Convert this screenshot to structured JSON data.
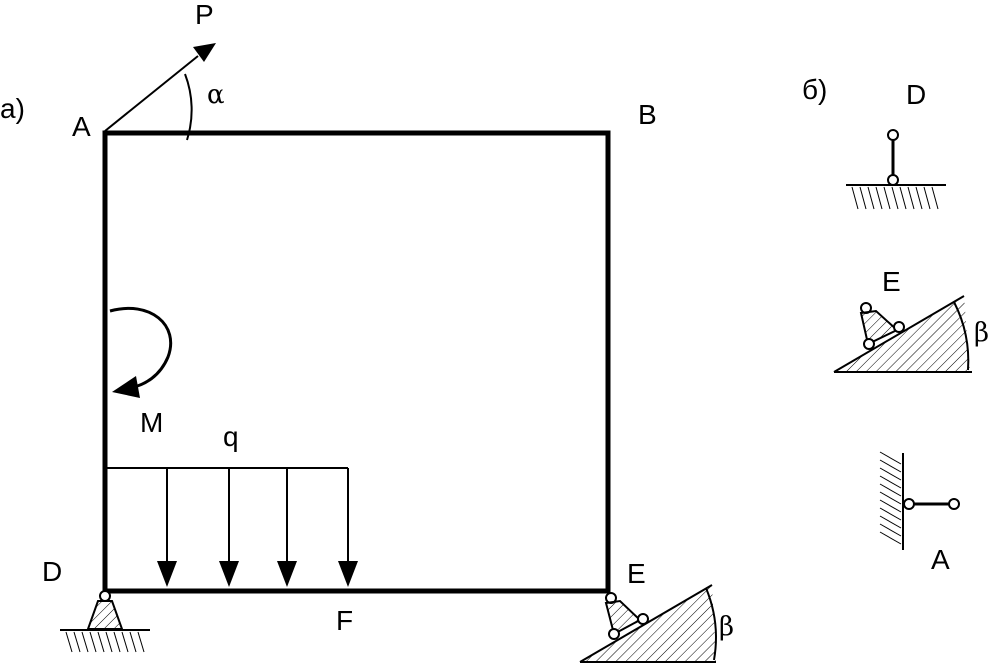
{
  "labels": {
    "part_a": "а)",
    "part_b": "б)",
    "A": "A",
    "B": "B",
    "D": "D",
    "E": "E",
    "F": "F",
    "P": "P",
    "M": "M",
    "q": "q",
    "alpha": "α",
    "beta": "β"
  },
  "inset_labels": {
    "D": "D",
    "E": "E",
    "A": "A",
    "beta": "β"
  }
}
